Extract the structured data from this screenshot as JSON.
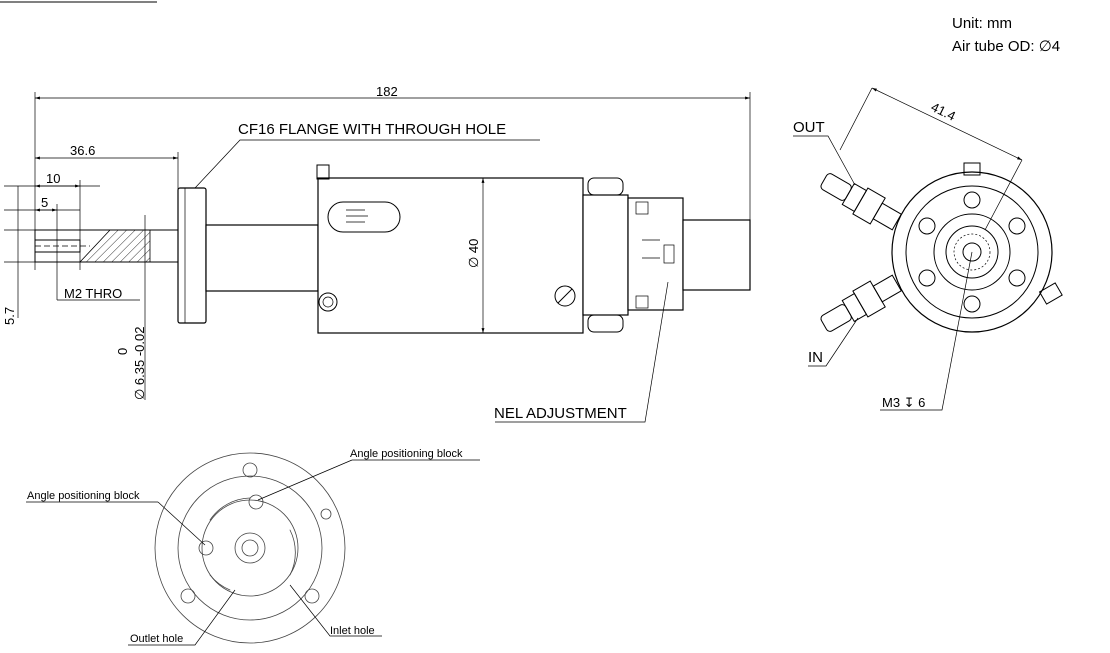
{
  "header": {
    "unit": "Unit: mm",
    "air_tube": "Air tube OD: ∅4"
  },
  "side_view": {
    "dim_overall": "182",
    "dim_flange": "36.6",
    "dim_10": "10",
    "dim_5": "5",
    "dim_5_7": "5.7",
    "dim_diameter": "∅ 40",
    "tol_0": "0",
    "tol_shaft": "∅ 6.35 -0.02",
    "label_flange": "CF16  FLANGE  WITH  THROUGH  HOLE",
    "label_thread": "M2 THRO",
    "label_nel": "NEL ADJUSTMENT"
  },
  "end_view": {
    "dim_41_4": "41.4",
    "label_out": "OUT",
    "label_in": "IN",
    "label_m3": "M3 ↧ 6"
  },
  "bottom_view": {
    "label_angle_left": "Angle positioning block",
    "label_angle_right": "Angle positioning block",
    "label_outlet": "Outlet hole",
    "label_inlet": "Inlet hole"
  }
}
